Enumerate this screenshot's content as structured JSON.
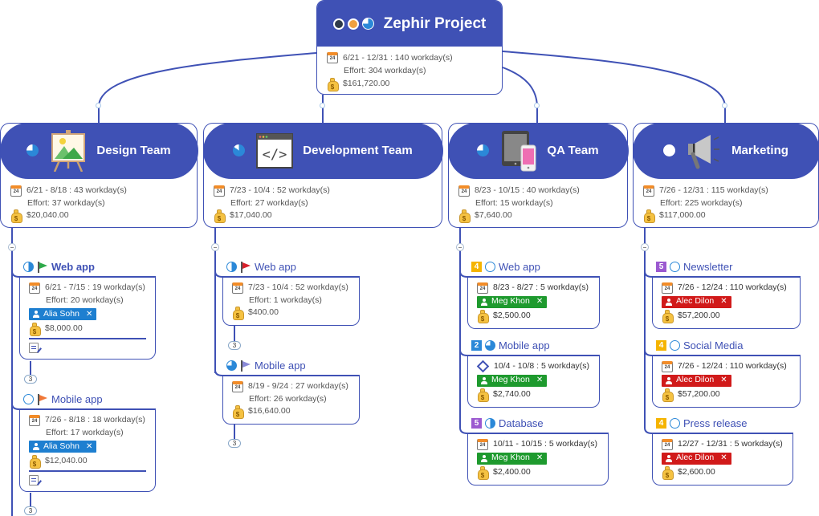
{
  "colors": {
    "accent": "#3f51b5",
    "resource_blue": "#1e7fd0",
    "resource_green": "#1e9a2e",
    "resource_red": "#d11a1a",
    "priority_orange": "#f5b400",
    "priority_blue": "#2b88d8",
    "priority_purple": "#9b59d0"
  },
  "root": {
    "title": "Zephir Project",
    "icons": [
      "clock-icon",
      "resource-icon",
      "progress-pie-icon"
    ],
    "dates": "6/21 - 12/31 : 140 workday(s)",
    "effort": "Effort: 304 workday(s)",
    "cost": "$161,720.00"
  },
  "teams": [
    {
      "title": "Design Team",
      "image": "easel-picture-icon",
      "dates": "6/21 - 8/18 : 43 workday(s)",
      "effort": "Effort: 37 workday(s)",
      "cost": "$20,040.00",
      "progress": 0.75,
      "tasks": [
        {
          "title": "Web app",
          "flag": "green",
          "progress": 0.5,
          "dates": "6/21 - 7/15 : 19 workday(s)",
          "effort": "Effort: 20 workday(s)",
          "resource": "Alia Sohn",
          "cost": "$8,000.00",
          "has_note": true,
          "subtask_count": "3"
        },
        {
          "title": "Mobile app",
          "flag": "orange",
          "progress": 0.0,
          "dates": "7/26 - 8/18 : 18 workday(s)",
          "effort": "Effort: 17 workday(s)",
          "resource": "Alia Sohn",
          "cost": "$12,040.00",
          "has_note": true,
          "subtask_count": "3"
        }
      ]
    },
    {
      "title": "Development Team",
      "image": "code-window-icon",
      "dates": "7/23 - 10/4 : 52 workday(s)",
      "effort": "Effort: 27 workday(s)",
      "cost": "$17,040.00",
      "progress": 0.85,
      "tasks": [
        {
          "title": "Web app",
          "flag": "red",
          "progress": 0.5,
          "dates": "7/23 - 10/4 : 52 workday(s)",
          "effort": "Effort: 1 workday(s)",
          "cost": "$400.00",
          "subtask_count": "3"
        },
        {
          "title": "Mobile app",
          "flag": "purple",
          "progress": 0.75,
          "dates": "8/19 - 9/24 : 27 workday(s)",
          "effort": "Effort: 26 workday(s)",
          "cost": "$16,640.00",
          "subtask_count": "3"
        }
      ]
    },
    {
      "title": "QA Team",
      "image": "tablet-phone-icon",
      "dates": "8/23 - 10/15 : 40 workday(s)",
      "effort": "Effort: 15 workday(s)",
      "cost": "$7,640.00",
      "progress": 0.75,
      "tasks": [
        {
          "title": "Web app",
          "priority": "4",
          "progress": 0.0,
          "dates": "8/23 - 8/27 : 5 workday(s)",
          "resource": "Meg Khon",
          "cost": "$2,500.00"
        },
        {
          "title": "Mobile app",
          "priority": "2",
          "progress": 0.75,
          "dates": "10/4 - 10/8 : 5 workday(s)",
          "milestone": true,
          "resource": "Meg Khon",
          "cost": "$2,740.00"
        },
        {
          "title": "Database",
          "priority": "5",
          "progress": 0.5,
          "dates": "10/11 - 10/15 : 5 workday(s)",
          "resource": "Meg Khon",
          "cost": "$2,400.00"
        }
      ]
    },
    {
      "title": "Marketing",
      "image": "megaphone-icon",
      "dates": "7/26 - 12/31 : 115 workday(s)",
      "effort": "Effort: 225 workday(s)",
      "cost": "$117,000.00",
      "progress": 0.0,
      "tasks": [
        {
          "title": "Newsletter",
          "priority": "5",
          "progress": 0.0,
          "dates": "7/26 - 12/24 : 110 workday(s)",
          "resource": "Alec Dilon",
          "cost": "$57,200.00"
        },
        {
          "title": "Social Media",
          "priority": "4",
          "progress": 0.0,
          "dates": "7/26 - 12/24 : 110 workday(s)",
          "resource": "Alec Dilon",
          "cost": "$57,200.00"
        },
        {
          "title": "Press release",
          "priority": "4",
          "progress": 0.0,
          "dates": "12/27 - 12/31 : 5 workday(s)",
          "resource": "Alec Dilon",
          "cost": "$2,600.00"
        }
      ]
    }
  ],
  "labels": {
    "calendar_day": "24",
    "remove_resource": "✕"
  }
}
